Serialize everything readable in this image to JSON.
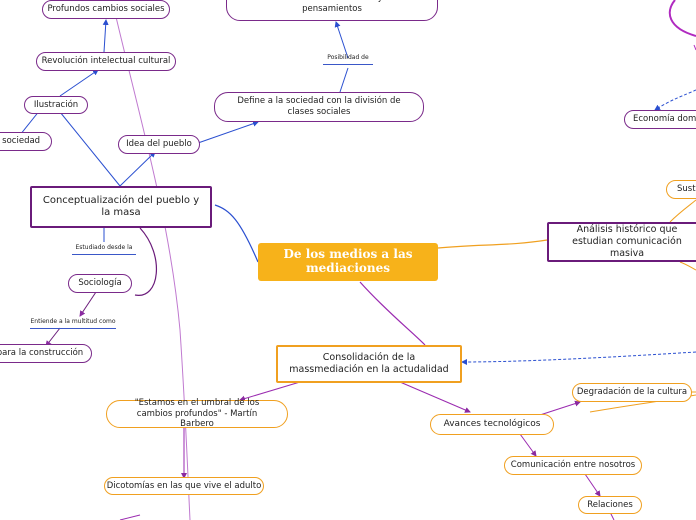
{
  "central": "De los medios a las mediaciones",
  "nodes": {
    "profundos": "Profundos cambios sociales",
    "revolucion": "Revolución intelectual cultural",
    "ilustracion": "Ilustración",
    "sociedad": "la sociedad",
    "idea_pueblo": "Idea del pueblo",
    "cambios_individuos": "Cambios en los individuos y sus pensamientos",
    "define": "Define a la sociedad con la división de clases sociales",
    "conceptualizacion": "Conceptualización del pueblo y la masa",
    "sociologia": "Sociología",
    "construccion": "e para la construcción",
    "consolidacion": "Consolidación de la massmediación en la actudalidad",
    "estamos": "\"Estamos en el umbral de los cambios profundos\" - Martín Barbero",
    "dicotomias": "Dicotomías en las que vive el adulto",
    "avances": "Avances tecnológicos",
    "degradacion": "Degradación de la cultura",
    "comunicacion": "Comunicación entre nosotros",
    "relaciones": "Relaciones",
    "economia": "Economía domes",
    "sust": "Sust",
    "analisis": "Análisis histórico que estudian comunicación masiva"
  },
  "labels": {
    "posibilidad": "Posibilidad de",
    "estudiado": "Estudiado desde la",
    "entiende": "Entiende a la multitud como"
  },
  "colors": {
    "purple": "#7a2a8a",
    "purple_dark": "#6a1b7a",
    "magenta": "#b02ac0",
    "orange": "#f0a020",
    "blue": "#2a4fd0",
    "central_fill": "#f7b21a"
  }
}
